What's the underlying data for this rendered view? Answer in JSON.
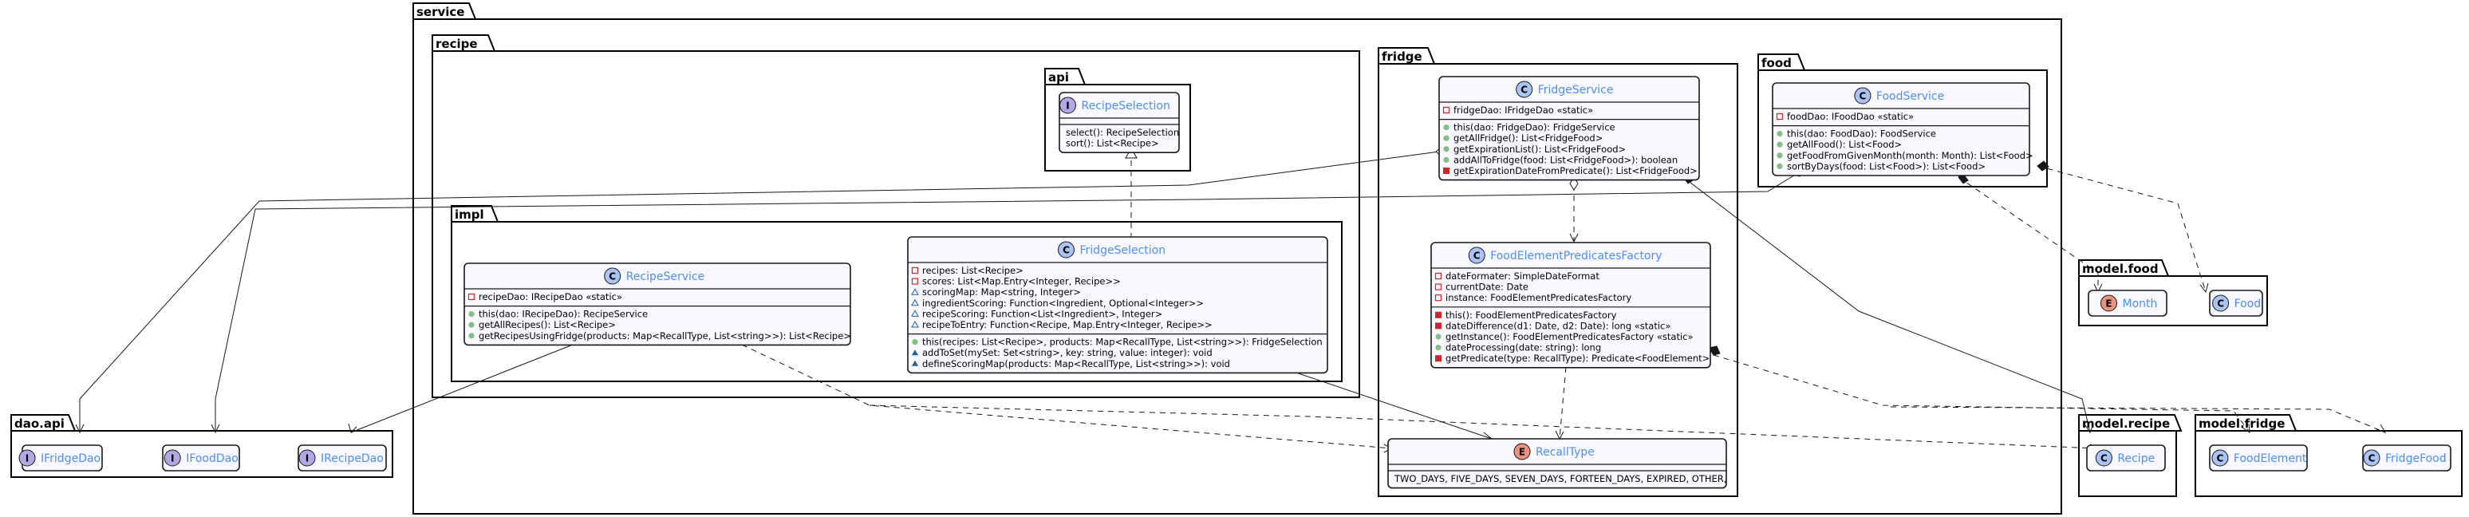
{
  "packages": {
    "service": "service",
    "recipe": "recipe",
    "api": "api",
    "impl": "impl",
    "fridge": "fridge",
    "food": "food",
    "dao_api": "dao.api",
    "model_food": "model.food",
    "model_recipe": "model.recipe",
    "model_fridge": "model.fridge"
  },
  "classes": {
    "recipe_selection": {
      "kind": "I",
      "name": "RecipeSelection",
      "fields": [],
      "methods": [
        "select(): RecipeSelection",
        "sort(): List<Recipe>"
      ]
    },
    "fridge_selection": {
      "kind": "C",
      "name": "FridgeSelection",
      "fields": [
        "recipes: List<Recipe>",
        "scores: List<Map.Entry<Integer, Recipe>>",
        "scoringMap: Map<string, Integer>",
        "ingredientScoring: Function<Ingredient, Optional<Integer>>",
        "recipeScoring: Function<List<Ingredient>, Integer>",
        "recipeToEntry: Function<Recipe, Map.Entry<Integer, Recipe>>"
      ],
      "methods": [
        "this(recipes: List<Recipe>, products: Map<RecallType, List<string>>): FridgeSelection",
        "addToSet(mySet: Set<string>, key: string, value: integer): void",
        "defineScoringMap(products: Map<RecallType, List<string>>): void"
      ]
    },
    "recipe_service": {
      "kind": "C",
      "name": "RecipeService",
      "fields": [
        "recipeDao: IRecipeDao «static»"
      ],
      "methods": [
        "this(dao: IRecipeDao): RecipeService",
        "getAllRecipes(): List<Recipe>",
        "getRecipesUsingFridge(products: Map<RecallType, List<string>>): List<Recipe>"
      ]
    },
    "fridge_service": {
      "kind": "C",
      "name": "FridgeService",
      "fields": [
        "fridgeDao: IFridgeDao «static»"
      ],
      "methods": [
        "this(dao: FridgeDao): FridgeService",
        "getAllFridge(): List<FridgeFood>",
        "getExpirationList(): List<FridgeFood>",
        "addAllToFridge(food: List<FridgeFood>): boolean",
        "getExpirationDateFromPredicate(): List<FridgeFood>"
      ]
    },
    "factory": {
      "kind": "C",
      "name": "FoodElementPredicatesFactory",
      "fields": [
        "dateFormater: SimpleDateFormat",
        "currentDate: Date",
        "instance: FoodElementPredicatesFactory"
      ],
      "methods": [
        "this(): FoodElementPredicatesFactory",
        "dateDifference(d1: Date, d2: Date): long «static»",
        "getInstance(): FoodElementPredicatesFactory «static»",
        "dateProcessing(date: string): long",
        "getPredicate(type: RecallType): Predicate<FoodElement>"
      ]
    },
    "recall_type": {
      "kind": "E",
      "name": "RecallType",
      "fields": [],
      "methods": [
        "TWO_DAYS, FIVE_DAYS, SEVEN_DAYS, FORTEEN_DAYS, EXPIRED, OTHER,"
      ]
    },
    "food_service": {
      "kind": "C",
      "name": "FoodService",
      "fields": [
        "foodDao: IFoodDao «static»"
      ],
      "methods": [
        "this(dao: FoodDao): FoodService",
        "getAllFood(): List<Food>",
        "getFoodFromGivenMonth(month: Month): List<Food>",
        "sortByDays(food: List<Food>): List<Food>"
      ]
    },
    "ifridge_dao": {
      "kind": "I",
      "name": "IFridgeDao"
    },
    "ifood_dao": {
      "kind": "I",
      "name": "IFoodDao"
    },
    "irecipe_dao": {
      "kind": "I",
      "name": "IRecipeDao"
    },
    "month": {
      "kind": "E",
      "name": "Month"
    },
    "food": {
      "kind": "C",
      "name": "Food"
    },
    "recipe": {
      "kind": "C",
      "name": "Recipe"
    },
    "food_element": {
      "kind": "C",
      "name": "FoodElement"
    },
    "fridge_food": {
      "kind": "C",
      "name": "FridgeFood"
    }
  },
  "colors": {
    "class_badge": "#a9c3f2",
    "interface_badge": "#b4a7e5",
    "enum_badge": "#eb937f",
    "class_name": "#4d8ef0",
    "class_bg": "#f8f8fe"
  },
  "visibility": {
    "private_field": "#c82930",
    "protected_field": "#b38d22",
    "public_method": "#84be84",
    "private_method": "#c82930",
    "package_triangle": "#1963a0"
  }
}
